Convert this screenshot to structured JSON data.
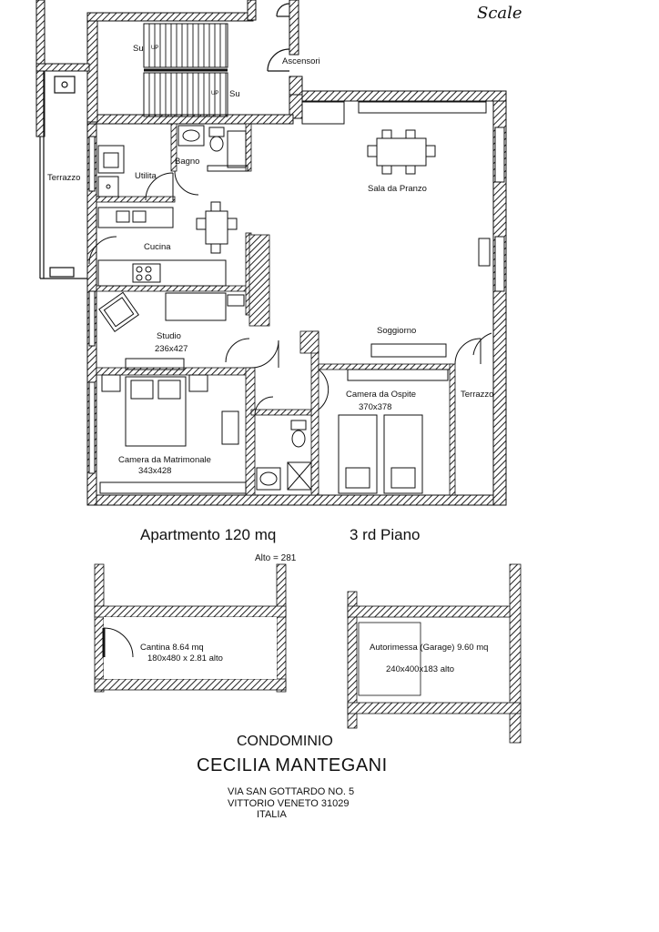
{
  "plan": {
    "rooms": {
      "terrazzo_left": "Terrazzo",
      "ascensori": "Ascensori",
      "stair_up_1": "Su",
      "stair_up_2": "Su",
      "up_mark": "UP",
      "bagno": "Bagno",
      "utilita": "Utilita",
      "cucina": "Cucina",
      "sala_da_pranzo": "Sala da Pranzo",
      "soggiorno": "Soggiorno",
      "studio": "Studio",
      "studio_dims": "236x427",
      "camera_ospite": "Camera da Ospite",
      "camera_ospite_dims": "370x378",
      "terrazzo_right": "Terrazzo",
      "camera_matrimonale": "Camera da Matrimonale",
      "camera_matrimonale_dims": "343x428"
    },
    "summary": {
      "apartment": "Apartmento  120 mq",
      "floor": "3 rd Piano",
      "height": "Alto = 281"
    },
    "annex": {
      "cantina_line1": "Cantina  8.64 mq",
      "cantina_line2": "180x480 x 2.81 alto",
      "garage_line1": "Autorimessa  (Garage)  9.60 mq",
      "garage_line2": "240x400x183 alto"
    },
    "handwritten_note": "Scale",
    "address": {
      "condominio": "CONDOMINIO",
      "name": "CECILIA MANTEGANI",
      "street": "VIA SAN GOTTARDO NO. 5",
      "city": "VITTORIO VENETO 31029",
      "country": "ITALIA"
    }
  }
}
